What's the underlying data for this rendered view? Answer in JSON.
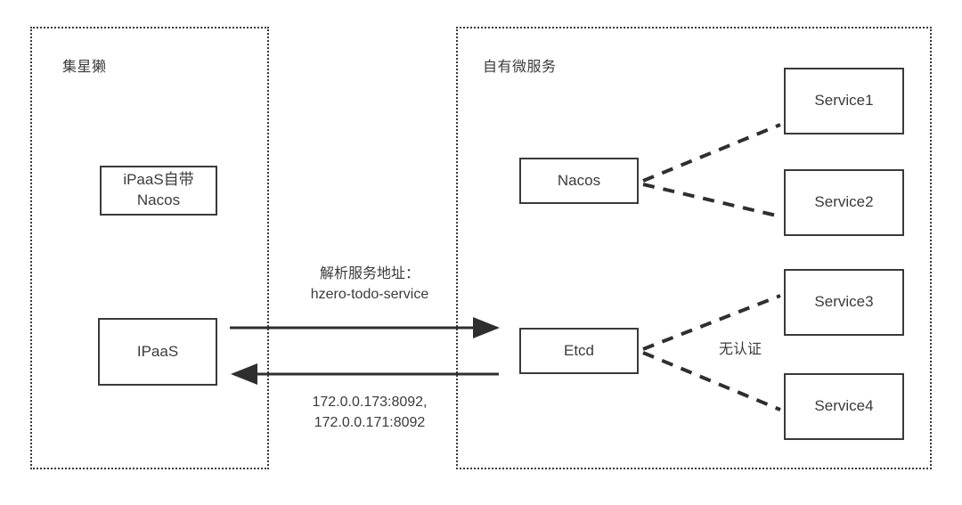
{
  "diagram": {
    "zones": [
      {
        "id": "left-zone",
        "label": "集星獭"
      },
      {
        "id": "right-zone",
        "label": "自有微服务"
      }
    ],
    "nodes": [
      {
        "id": "ipaas-builtin-nacos",
        "label": "iPaaS自带\nNacos"
      },
      {
        "id": "ipaas",
        "label": "IPaaS"
      },
      {
        "id": "nacos",
        "label": "Nacos"
      },
      {
        "id": "etcd",
        "label": "Etcd"
      },
      {
        "id": "service1",
        "label": "Service1"
      },
      {
        "id": "service2",
        "label": "Service2"
      },
      {
        "id": "service3",
        "label": "Service3"
      },
      {
        "id": "service4",
        "label": "Service4"
      }
    ],
    "edge_labels": [
      {
        "id": "request-label",
        "text": "解析服务地址：\nhzero-todo-service"
      },
      {
        "id": "response-label",
        "text": "172.0.0.173:8092,\n172.0.0.171:8092"
      },
      {
        "id": "no-auth-label",
        "text": "无认证"
      }
    ],
    "colors": {
      "stroke": "#3a3a3a",
      "text": "#3b3b3b",
      "background": "#ffffff"
    }
  }
}
